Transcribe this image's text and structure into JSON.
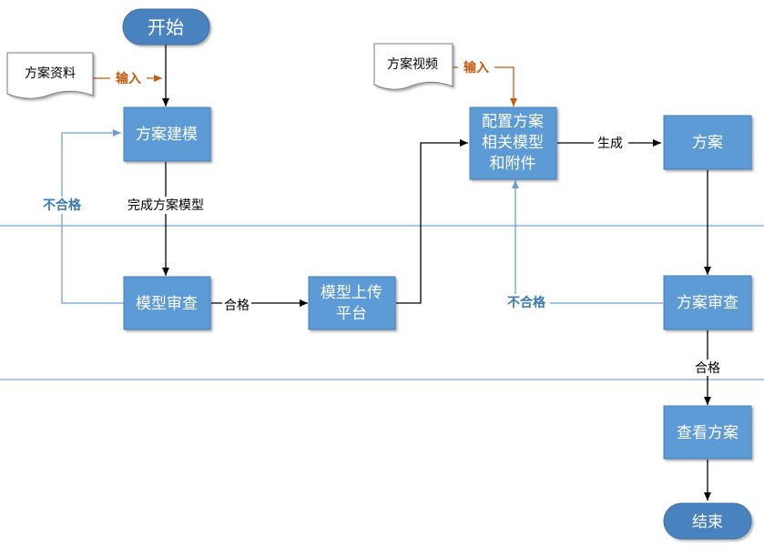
{
  "nodes": {
    "start": "开始",
    "end": "结束",
    "modeling": "方案建模",
    "model_review": "模型审查",
    "upload_line1": "模型上传",
    "upload_line2": "平台",
    "config_line1": "配置方案",
    "config_line2": "相关模型",
    "config_line3": "和附件",
    "plan": "方案",
    "plan_review": "方案审查",
    "view_plan": "查看方案"
  },
  "documents": {
    "plan_materials": "方案资料",
    "plan_video": "方案视频"
  },
  "labels": {
    "input_1": "输入",
    "input_2": "输入",
    "complete_model": "完成方案模型",
    "fail_1": "不合格",
    "fail_2": "不合格",
    "pass_1": "合格",
    "pass_2": "合格",
    "generate": "生成"
  },
  "colors": {
    "process_fill": "#5b9bd5",
    "terminal_fill": "#4a83bf",
    "input_arrow": "#c55a11",
    "fail_arrow": "#6b9fd4",
    "lane_line": "#5b8fc7"
  }
}
